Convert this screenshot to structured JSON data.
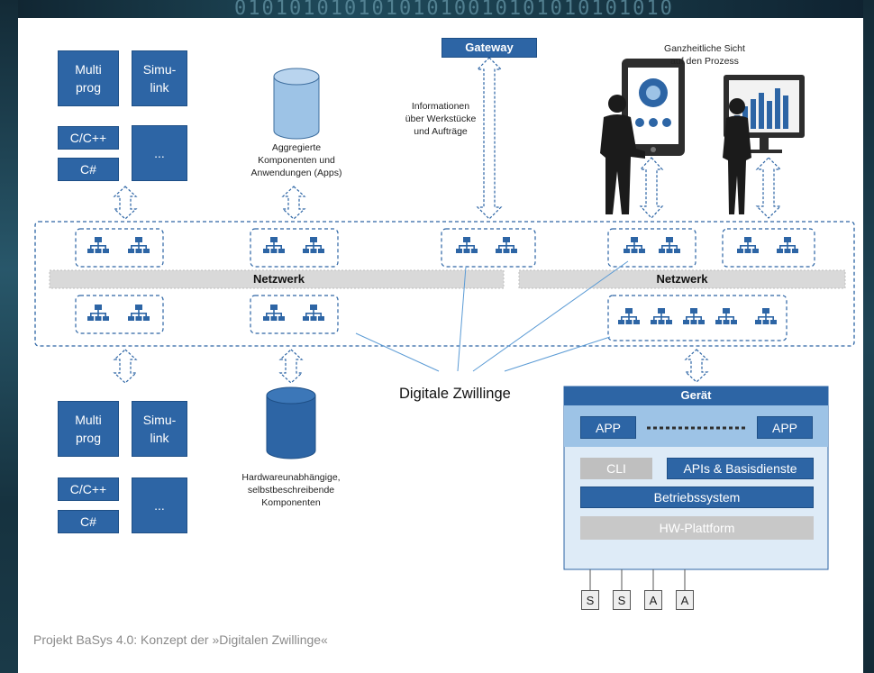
{
  "left_top": {
    "multiprog": "Multi\nprog",
    "simulink": "Simu-\nlink",
    "cpp": "C/C++",
    "csharp": "C#",
    "more": "..."
  },
  "left_bottom": {
    "multiprog": "Multi\nprog",
    "simulink": "Simu-\nlink",
    "cpp": "C/C++",
    "csharp": "C#",
    "more": "..."
  },
  "aggregated": "Aggregierte\nKomponenten und\nAnwendungen (Apps)",
  "hardware_independent": "Hardwareunabhängige,\nselbstbeschreibende\nKomponenten",
  "gateway": "Gateway",
  "information": "Informationen\nüber Werkstücke\nund Aufträge",
  "holistic_view": "Ganzheitliche Sicht\nauf den Prozess",
  "network_left": "Netzwerk",
  "network_right": "Netzwerk",
  "digital_twins": "Digitale Zwillinge",
  "device": {
    "title": "Gerät",
    "app_left": "APP",
    "app_right": "APP",
    "cli": "CLI",
    "apis": "APIs & Basisdienste",
    "os": "Betriebssystem",
    "hw": "HW-Plattform",
    "io": [
      "S",
      "S",
      "A",
      "A"
    ]
  },
  "caption": "Projekt BaSys 4.0: Konzept der »Digitalen Zwillinge«",
  "background_bits": "01010101010101010010101010101010",
  "colors": {
    "primary_blue": "#2d65a5",
    "light_blue": "#9dc3e6",
    "grey_bar": "#d9d9d9",
    "dash_blue": "#2d65a5"
  },
  "icons": [
    "database-icon",
    "network-node-icon",
    "person-silhouette-icon",
    "tablet-icon",
    "monitor-icon",
    "double-arrow-icon"
  ]
}
